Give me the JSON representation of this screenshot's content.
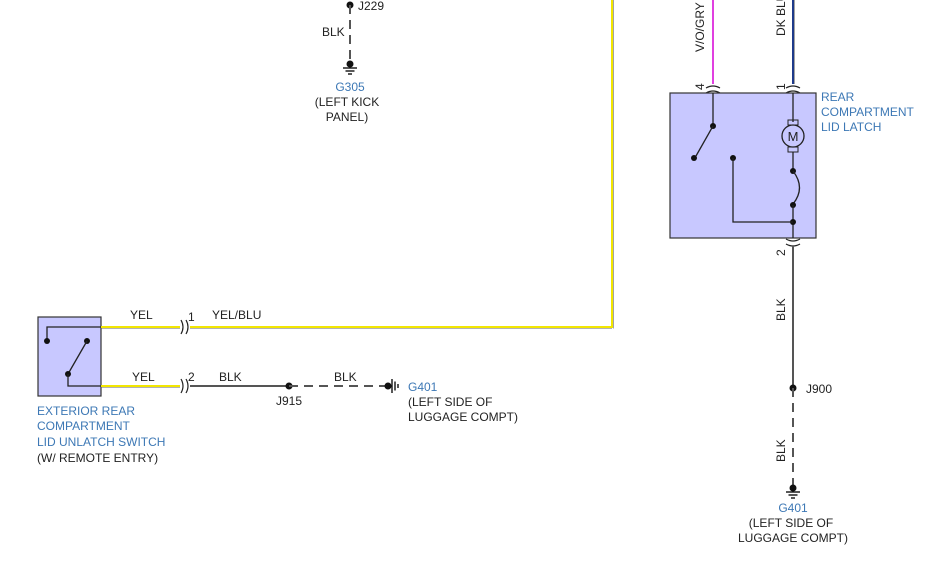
{
  "colors": {
    "component_fill": "#c8c8ff",
    "component_stroke": "#333333",
    "wire_yellow": "#f2e600",
    "wire_yellow_blue": "#f2e600",
    "wire_black": "#555555",
    "wire_violet": "#e040e0",
    "wire_dkblue": "#1e3a8a",
    "label_blue": "#3d78b5"
  },
  "splices": {
    "j229": "J229",
    "j915": "J915",
    "j900": "J900"
  },
  "grounds": {
    "g305": {
      "id": "G305",
      "line1": "(LEFT KICK",
      "line2": "PANEL)"
    },
    "g401_mid": {
      "id": "G401",
      "line1": "(LEFT SIDE OF",
      "line2": "LUGGAGE COMPT)"
    },
    "g401_bottom": {
      "id": "G401",
      "line1": "(LEFT SIDE OF",
      "line2": "LUGGAGE COMPT)"
    }
  },
  "wires": {
    "blk_top": "BLK",
    "yel_1": "YEL",
    "yel_blu": "YEL/BLU",
    "yel_2": "YEL",
    "blk_2": "BLK",
    "blk_dashed": "BLK",
    "vio_gry": "V/O/GRY",
    "dk_blu": "DK BLU",
    "blk_latch": "BLK",
    "blk_latch_lower": "BLK"
  },
  "pins": {
    "switch_1": "1",
    "switch_2": "2",
    "latch_4": "4",
    "latch_1": "1",
    "latch_2": "2"
  },
  "components": {
    "latch": {
      "line1": "REAR",
      "line2": "COMPARTMENT",
      "line3": "LID LATCH",
      "motor": "M"
    },
    "switch": {
      "line1": "EXTERIOR REAR",
      "line2": "COMPARTMENT",
      "line3": "LID UNLATCH SWITCH",
      "line4": "(W/ REMOTE ENTRY)"
    }
  }
}
